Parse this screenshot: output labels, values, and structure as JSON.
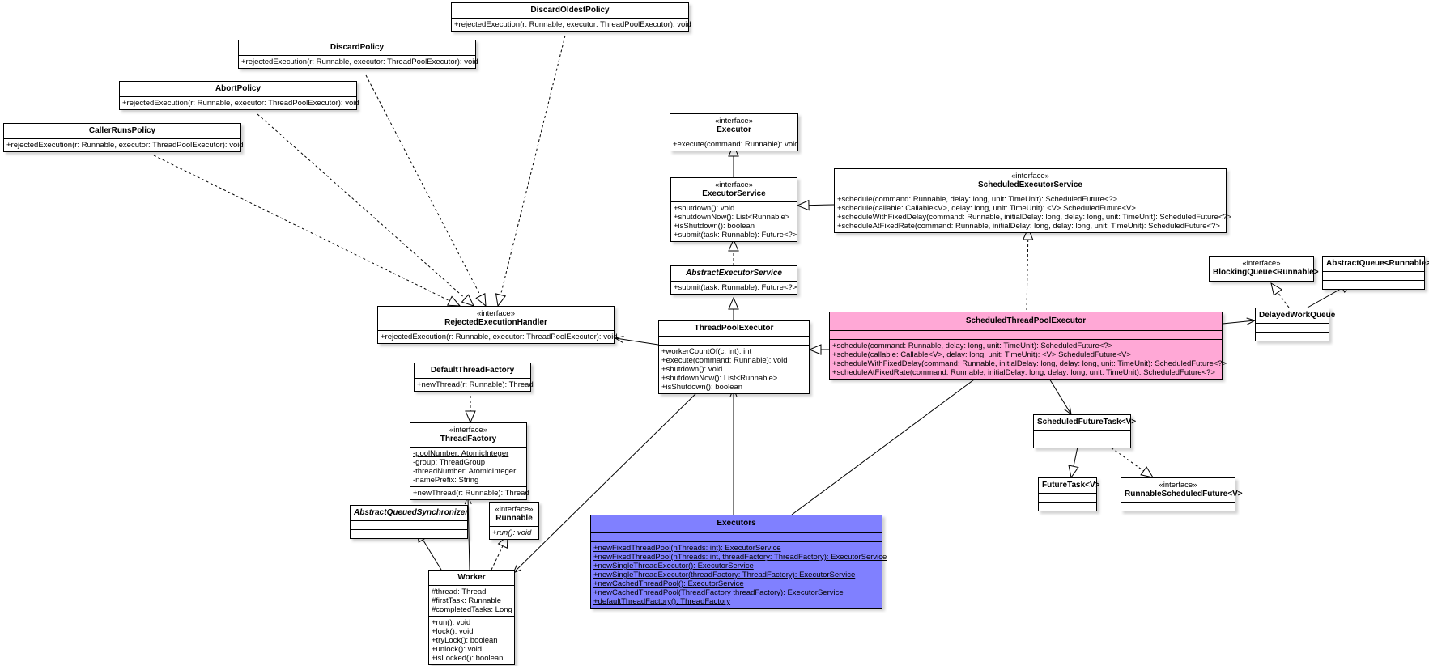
{
  "classes": {
    "discard_oldest": {
      "name": "DiscardOldestPolicy",
      "methods": [
        "+rejectedExecution(r: Runnable, executor: ThreadPoolExecutor): void"
      ]
    },
    "discard": {
      "name": "DiscardPolicy",
      "methods": [
        "+rejectedExecution(r: Runnable, executor: ThreadPoolExecutor): void"
      ]
    },
    "abort": {
      "name": "AbortPolicy",
      "methods": [
        "+rejectedExecution(r: Runnable, executor: ThreadPoolExecutor): void"
      ]
    },
    "caller_runs": {
      "name": "CallerRunsPolicy",
      "methods": [
        "+rejectedExecution(r: Runnable, executor: ThreadPoolExecutor): void"
      ]
    },
    "executor": {
      "stereotype": "«interface»",
      "name": "Executor",
      "methods": [
        "+execute(command: Runnable): void"
      ]
    },
    "executor_service": {
      "stereotype": "«interface»",
      "name": "ExecutorService",
      "methods": [
        "+shutdown(): void",
        "+shutdownNow(): List<Runnable>",
        "+isShutdown(): boolean",
        "+submit(task: Runnable): Future<?>"
      ]
    },
    "scheduled_executor_service": {
      "stereotype": "«interface»",
      "name": "ScheduledExecutorService",
      "methods": [
        "+schedule(command: Runnable, delay: long, unit: TimeUnit): ScheduledFuture<?>",
        "+schedule(callable: Callable<V>, delay: long, unit: TimeUnit): <V> ScheduledFuture<V>",
        "+scheduleWithFixedDelay(command: Runnable, initialDelay: long, delay: long, unit: TimeUnit): ScheduledFuture<?>",
        "+scheduleAtFixedRate(command: Runnable, initialDelay: long, delay: long, unit: TimeUnit): ScheduledFuture<?>"
      ]
    },
    "abstract_executor_service": {
      "name": "AbstractExecutorService",
      "methods": [
        "+submit(task: Runnable): Future<?>"
      ]
    },
    "blocking_queue": {
      "stereotype": "«interface»",
      "name": "BlockingQueue<Runnable>"
    },
    "abstract_queue": {
      "name": "AbstractQueue<Runnable>"
    },
    "rejected_handler": {
      "stereotype": "«interface»",
      "name": "RejectedExecutionHandler",
      "methods": [
        "+rejectedExecution(r: Runnable, executor: ThreadPoolExecutor): void"
      ]
    },
    "thread_pool_executor": {
      "name": "ThreadPoolExecutor",
      "methods": [
        "+workerCountOf(c: int): int",
        "+execute(command: Runnable): void",
        "+shutdown(): void",
        "+shutdownNow(): List<Runnable>",
        "+isShutdown(): boolean"
      ]
    },
    "scheduled_thread_pool_executor": {
      "name": "ScheduledThreadPoolExecutor",
      "methods": [
        "+schedule(command: Runnable, delay: long, unit: TimeUnit): ScheduledFuture<?>",
        "+schedule(callable: Callable<V>, delay: long, unit: TimeUnit): <V> ScheduledFuture<V>",
        "+scheduleWithFixedDelay(command: Runnable, initialDelay: long, delay: long, unit: TimeUnit): ScheduledFuture<?>",
        "+scheduleAtFixedRate(command: Runnable, initialDelay: long, delay: long, unit: TimeUnit): ScheduledFuture<?>"
      ]
    },
    "delayed_work_queue": {
      "name": "DelayedWorkQueue"
    },
    "default_thread_factory": {
      "name": "DefaultThreadFactory",
      "methods": [
        "+newThread(r: Runnable): Thread"
      ]
    },
    "thread_factory": {
      "stereotype": "«interface»",
      "name": "ThreadFactory",
      "attributes": [
        "-poolNumber: AtomicInteger",
        "-group: ThreadGroup",
        "-threadNumber: AtomicInteger",
        "-namePrefix: String"
      ],
      "methods": [
        "+newThread(r: Runnable): Thread"
      ]
    },
    "scheduled_future_task": {
      "name": "ScheduledFutureTask<V>"
    },
    "future_task": {
      "name": "FutureTask<V>"
    },
    "runnable_scheduled_future": {
      "stereotype": "«interface»",
      "name": "RunnableScheduledFuture<V>"
    },
    "aqs": {
      "name": "AbstractQueuedSynchronizer"
    },
    "runnable": {
      "stereotype": "«interface»",
      "name": "Runnable",
      "methods": [
        "+run(): void"
      ]
    },
    "executors": {
      "name": "Executors",
      "methods": [
        "+newFixedThreadPool(nThreads: int): ExecutorService",
        "+newFixedThreadPool(nThreads: int, threadFactory: ThreadFactory): ExecutorService",
        "+newSingleThreadExecutor(): ExecutorService",
        "+newSingleThreadExecutor(threadFactory: ThreadFactory): ExecutorService",
        "+newCachedThreadPool(): ExecutorService",
        "+newCachedThreadPool(ThreadFactory threadFactory): ExecutorService",
        "+defaultThreadFactory(): ThreadFactory"
      ]
    },
    "worker": {
      "name": "Worker",
      "attributes": [
        "#thread: Thread",
        "#firstTask: Runnable",
        "#completedTasks: Long"
      ],
      "methods": [
        "+run(): void",
        "+lock(): void",
        "+tryLock(): boolean",
        "+unlock(): void",
        "+isLocked(): boolean"
      ]
    }
  },
  "colors": {
    "highlight_pink": "#ffa8d6",
    "highlight_blue": "#8080ff",
    "line": "#000000"
  }
}
